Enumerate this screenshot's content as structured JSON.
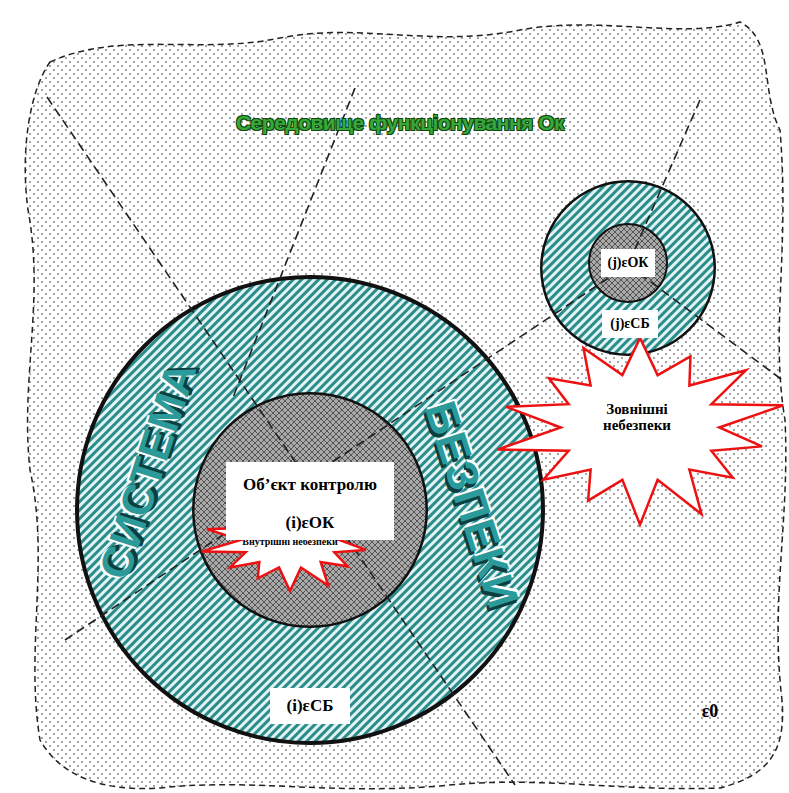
{
  "diagram": {
    "nodes": [
      {
        "text": [
          "Середовище функціонування Ок",
          "ε0"
        ]
      },
      {
        "text": [
          "СИСТЕМА",
          "БЕЗПЕКИ",
          "(i)εСБ"
        ],
        "in": 0
      },
      {
        "text": [
          "Об’єкт контролю",
          "(i)εОК"
        ],
        "in": 1
      },
      {
        "text": [
          "Внутрішні небезпеки"
        ],
        "in": 1
      },
      {
        "text": [
          "(j)εСБ"
        ],
        "in": 0
      },
      {
        "text": [
          "(j)εОК"
        ],
        "in": 4
      },
      {
        "text": [
          "Зовнішні небезпеки"
        ],
        "in": 0
      }
    ]
  }
}
